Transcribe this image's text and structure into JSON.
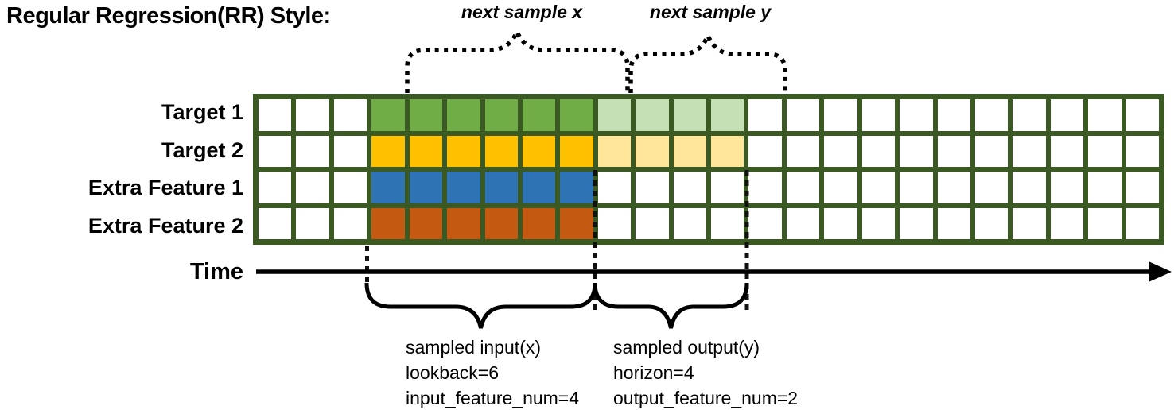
{
  "title": "Regular Regression(RR) Style:",
  "time_axis": {
    "label": "Time"
  },
  "annotations": {
    "next_sample_x": "next sample x",
    "next_sample_y": "next sample y",
    "input_block": [
      "sampled input(x)",
      "lookback=6",
      "input_feature_num=4"
    ],
    "output_block": [
      "sampled output(y)",
      "horizon=4",
      "output_feature_num=2"
    ]
  },
  "grid": {
    "columns": 24,
    "line_color": "#3B5A23",
    "cell_color": "#FFFFFF",
    "lookback": 6,
    "horizon": 4,
    "input_feature_num": 4,
    "output_feature_num": 2,
    "rows": [
      {
        "label": "Target 1",
        "fill_start": 3,
        "dark_count": 6,
        "light_count": 4,
        "dark_color": "#70AD47",
        "light_color": "#C5E0B4"
      },
      {
        "label": "Target 2",
        "fill_start": 3,
        "dark_count": 6,
        "light_count": 4,
        "dark_color": "#FFC000",
        "light_color": "#FFE699"
      },
      {
        "label": "Extra Feature 1",
        "fill_start": 3,
        "dark_count": 6,
        "light_count": 0,
        "dark_color": "#2E74B5",
        "light_color": null
      },
      {
        "label": "Extra Feature 2",
        "fill_start": 3,
        "dark_count": 6,
        "light_count": 0,
        "dark_color": "#C45911",
        "light_color": null
      }
    ]
  }
}
